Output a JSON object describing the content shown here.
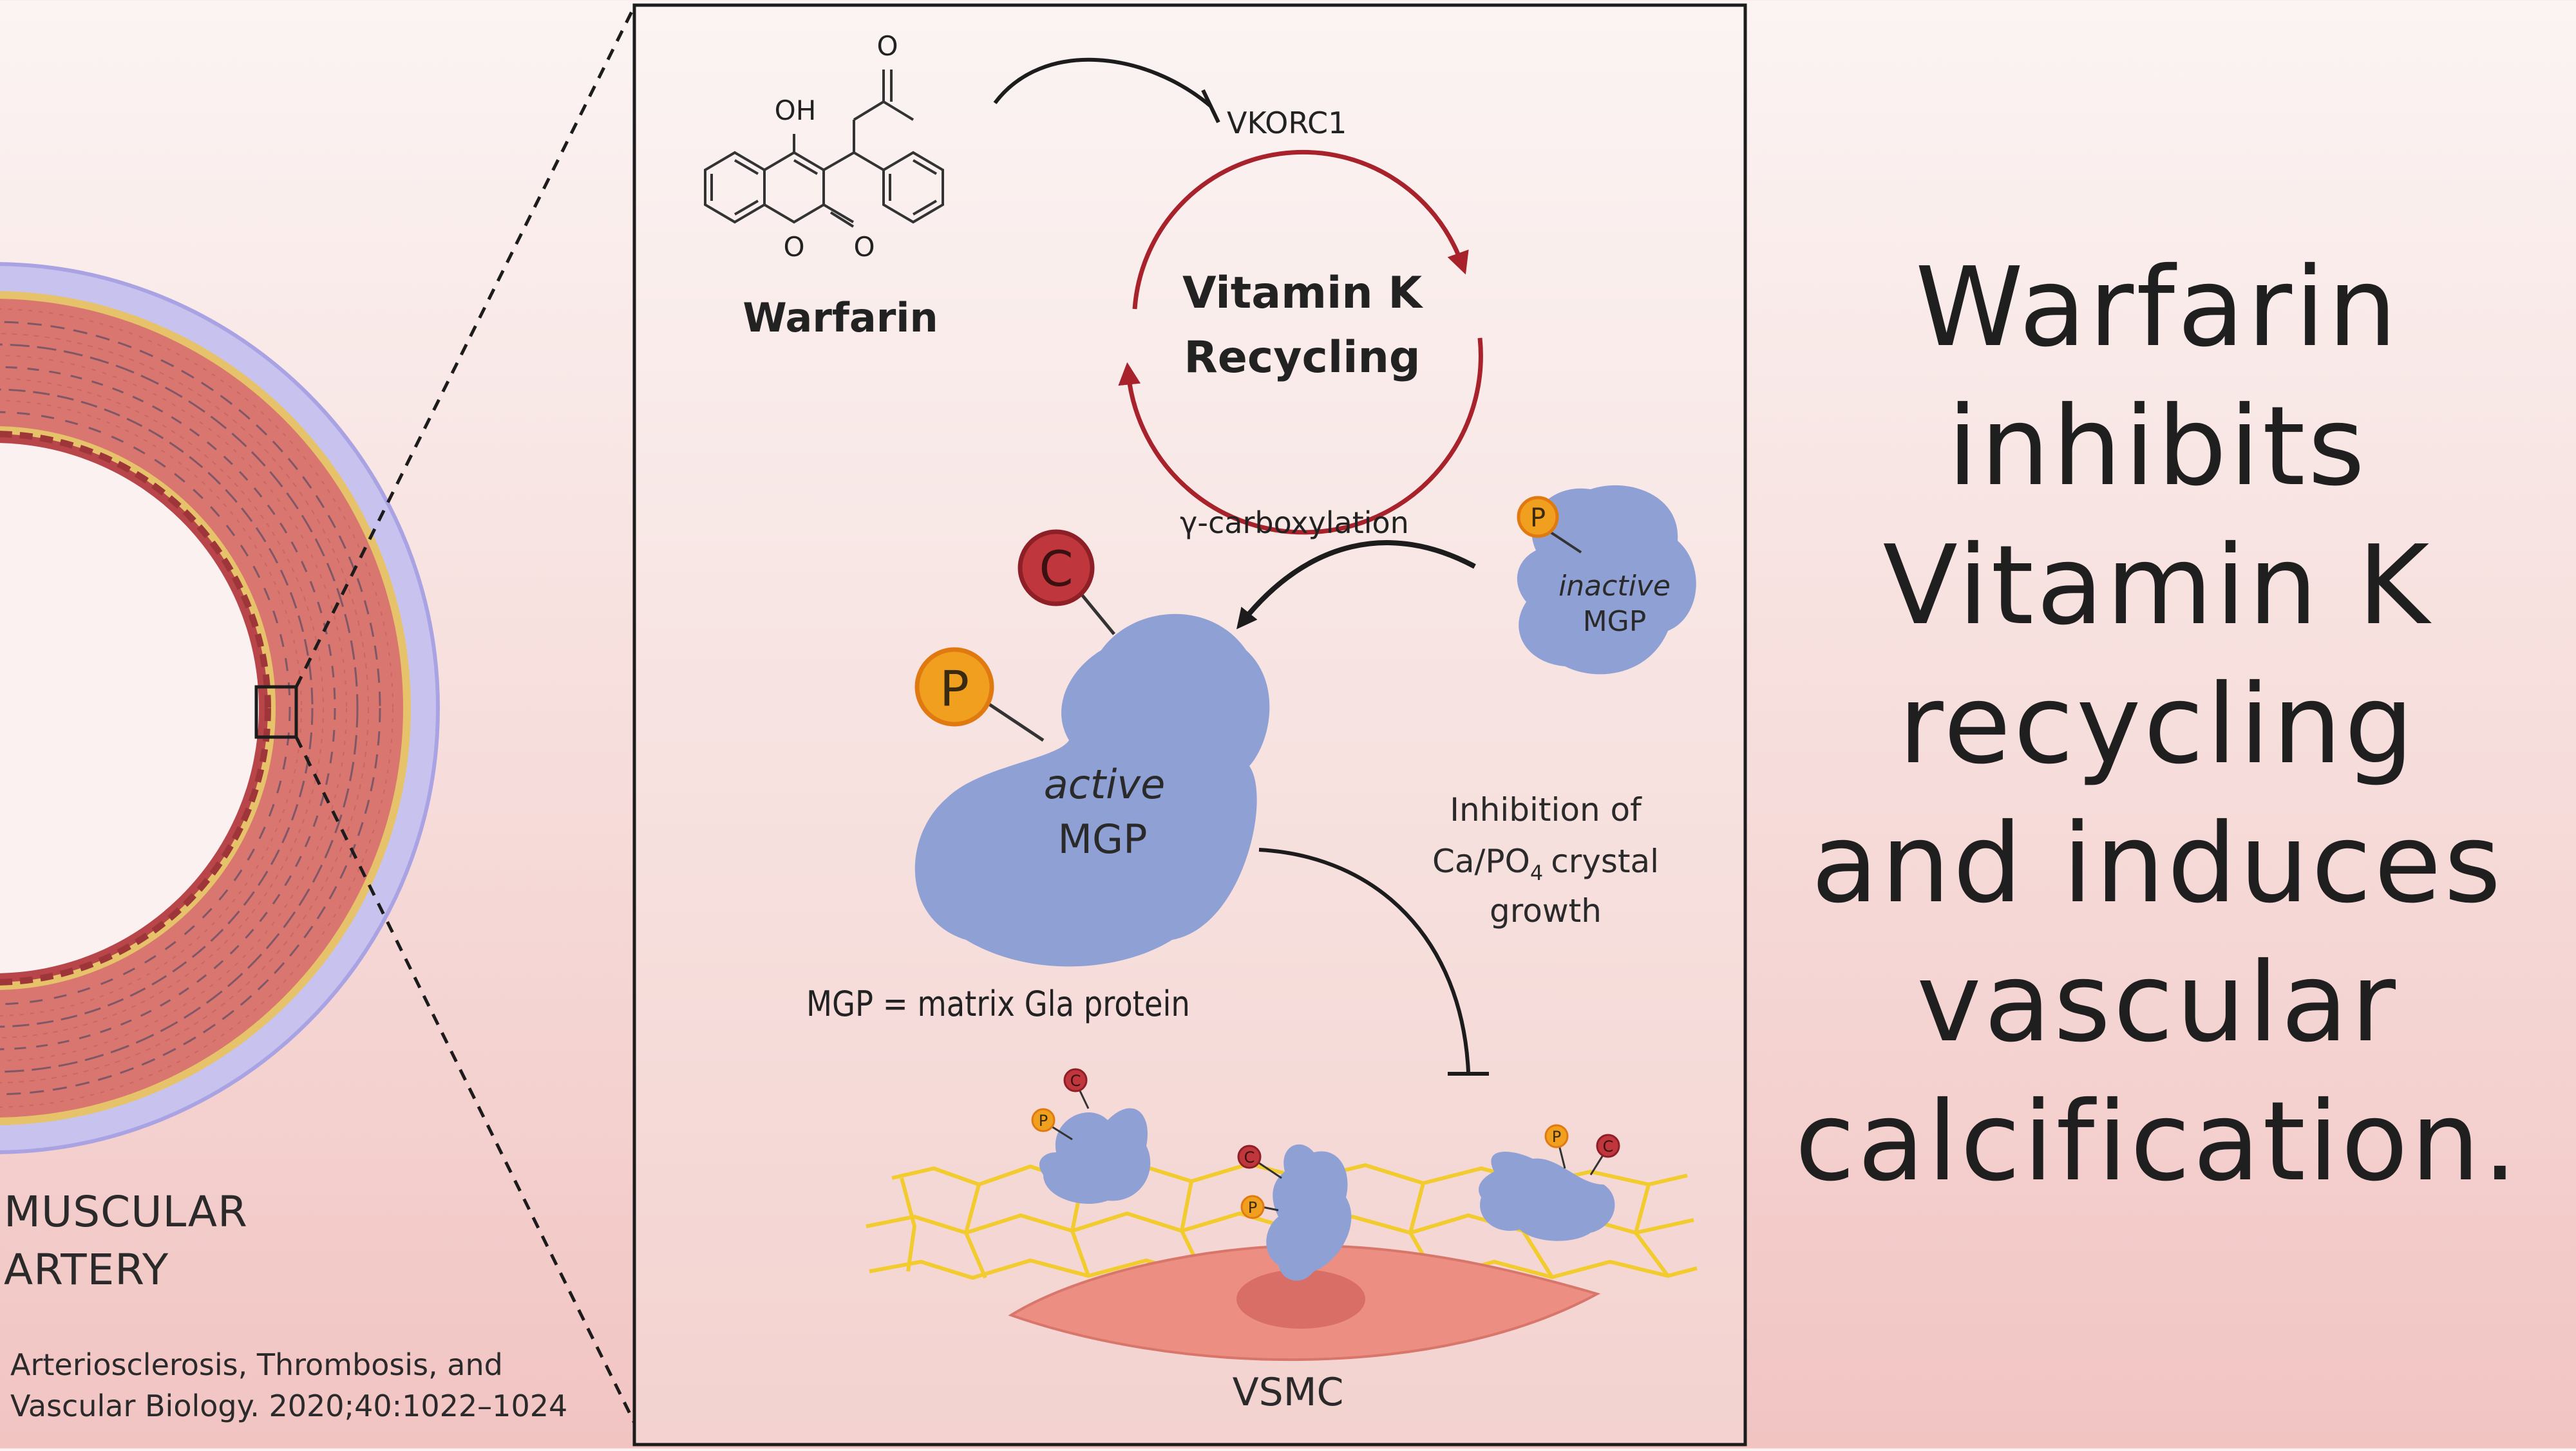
{
  "artery": {
    "label_lines": [
      "MUSCULAR",
      "ARTERY"
    ]
  },
  "citation": {
    "lines": [
      "Arteriosclerosis, Thrombosis, and",
      "Vascular Biology. 2020;40:1022–1024"
    ]
  },
  "panel": {
    "warfarin": {
      "name": "Warfarin",
      "oh_label": "OH",
      "o_ring_label": "O",
      "o_carbonyl_label": "O",
      "o_ketone_label": "O"
    },
    "enzyme_label": "VKORC1",
    "cycle_title_lines": [
      "Vitamin K",
      "Recycling"
    ],
    "gamma_label": "γ-carboxylation",
    "inactive_mgp": {
      "italic": "inactive",
      "name": "MGP",
      "badge": "P"
    },
    "active_mgp": {
      "italic": "active",
      "name": "MGP",
      "badge_c": "C",
      "badge_p": "P"
    },
    "mgp_definition": "MGP = matrix Gla protein",
    "inhibition_lines": [
      "Inhibition of",
      "Ca/PO",
      "4",
      "crystal",
      "growth"
    ],
    "vsmc_label": "VSMC",
    "small_badges": [
      "C",
      "P"
    ]
  },
  "headline": {
    "lines": [
      "Warfarin",
      "inhibits",
      "Vitamin K",
      "recycling",
      "and induces",
      "vascular",
      "calcification."
    ]
  },
  "colors": {
    "mgp_blue": "#8fa1d4",
    "badge_c": "#c0363d",
    "badge_p": "#f0a01e",
    "cycle_red": "#a8222c",
    "artery_media": "#d9766f",
    "artery_intima_gold": "#e6c36a",
    "artery_adventitia": "#c7c3ee",
    "matrix_yellow": "#f2cc2f",
    "vsmc_cell": "#ec8f82"
  }
}
